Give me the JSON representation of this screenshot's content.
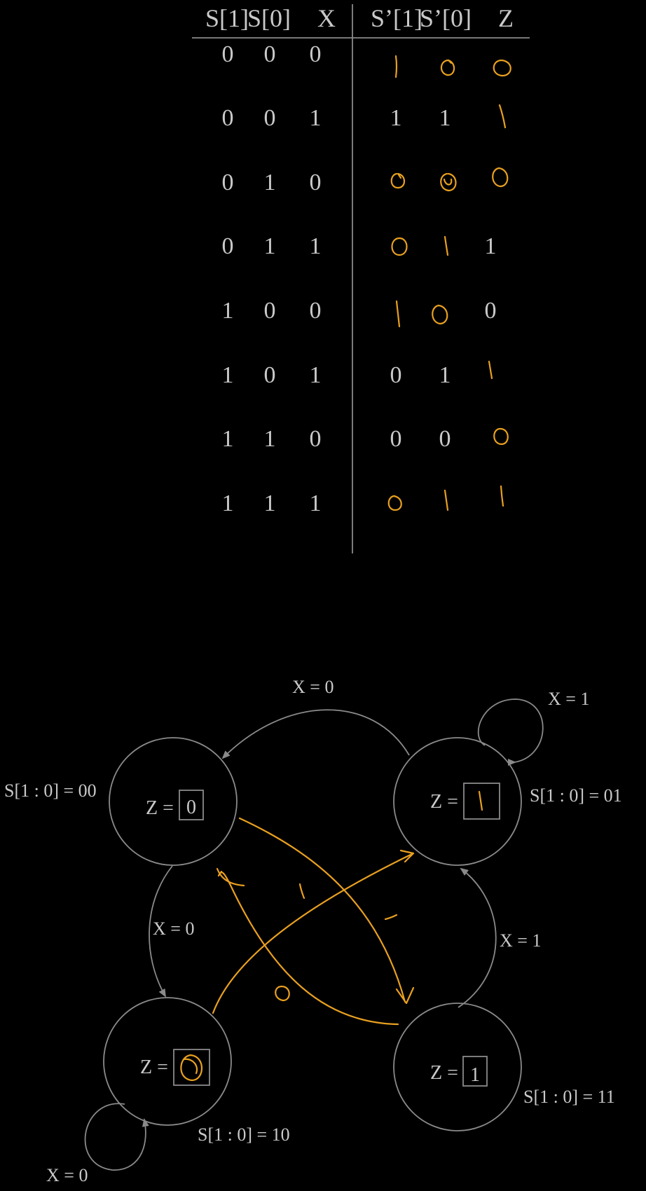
{
  "colors": {
    "background": "#000000",
    "printed": "#c9c9c9",
    "lines": "#8a8a8a",
    "handwriting": "#e8a020"
  },
  "truth_table": {
    "headers": [
      "S[1]",
      "S[0]",
      "X",
      "S’[1]",
      "S’[0]",
      "Z"
    ],
    "rows": [
      {
        "in": [
          "0",
          "0",
          "0"
        ],
        "out": [
          "1",
          "0",
          "0"
        ],
        "handwritten": [
          true,
          true,
          true
        ]
      },
      {
        "in": [
          "0",
          "0",
          "1"
        ],
        "out": [
          "1",
          "1",
          "1"
        ],
        "handwritten": [
          false,
          false,
          true
        ]
      },
      {
        "in": [
          "0",
          "1",
          "0"
        ],
        "out": [
          "0",
          "0",
          "0"
        ],
        "handwritten": [
          true,
          true,
          true
        ]
      },
      {
        "in": [
          "0",
          "1",
          "1"
        ],
        "out": [
          "0",
          "1",
          "1"
        ],
        "handwritten": [
          true,
          true,
          false
        ]
      },
      {
        "in": [
          "1",
          "0",
          "0"
        ],
        "out": [
          "1",
          "0",
          "0"
        ],
        "handwritten": [
          true,
          true,
          false
        ]
      },
      {
        "in": [
          "1",
          "0",
          "1"
        ],
        "out": [
          "0",
          "1",
          "1"
        ],
        "handwritten": [
          false,
          false,
          true
        ]
      },
      {
        "in": [
          "1",
          "1",
          "0"
        ],
        "out": [
          "0",
          "0",
          "0"
        ],
        "handwritten": [
          false,
          false,
          true
        ]
      },
      {
        "in": [
          "1",
          "1",
          "1"
        ],
        "out": [
          "0",
          "1",
          "1"
        ],
        "handwritten": [
          true,
          true,
          true
        ]
      }
    ]
  },
  "state_diagram": {
    "states": [
      {
        "id": "s00",
        "state_label": "S[1 : 0] = 00",
        "z_label": "Z =",
        "z_value": "0",
        "z_handwritten": false
      },
      {
        "id": "s01",
        "state_label": "S[1 : 0] = 01",
        "z_label": "Z =",
        "z_value": "1",
        "z_handwritten": true
      },
      {
        "id": "s10",
        "state_label": "S[1 : 0] = 10",
        "z_label": "Z =",
        "z_value": "0",
        "z_handwritten": true
      },
      {
        "id": "s11",
        "state_label": "S[1 : 0] = 11",
        "z_label": "Z =",
        "z_value": "1",
        "z_handwritten": false
      }
    ],
    "transitions": [
      {
        "from": "s01",
        "to": "s00",
        "label": "X = 0",
        "handwritten": false
      },
      {
        "from": "s01",
        "to": "s01",
        "label": "X = 1",
        "handwritten": false
      },
      {
        "from": "s00",
        "to": "s10",
        "label": "X = 0",
        "handwritten": false
      },
      {
        "from": "s10",
        "to": "s10",
        "label": "X = 0",
        "handwritten": false
      },
      {
        "from": "s11",
        "to": "s01",
        "label": "X = 1",
        "handwritten": false
      },
      {
        "from": "s00",
        "to": "s11",
        "label": "1",
        "handwritten": true
      },
      {
        "from": "s11",
        "to": "s00",
        "label": "0",
        "handwritten": true
      },
      {
        "from": "s10",
        "to": "s01",
        "label": "",
        "handwritten": true
      }
    ]
  }
}
